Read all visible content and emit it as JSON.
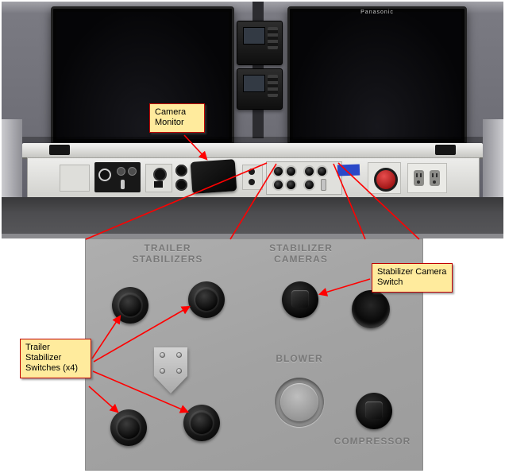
{
  "photo": {
    "monitor_brand": "Panasonic"
  },
  "callouts": {
    "camera_monitor": "Camera Monitor",
    "stabilizer_camera_switch": "Stabilizer Camera Switch",
    "trailer_stabilizer_switches": "Trailer Stabilizer Switches (x4)"
  },
  "panel": {
    "trailer_stabilizers": "TRAILER STABILIZERS",
    "stabilizer_cameras": "STABILIZER CAMERAS",
    "blower": "BLOWER",
    "compressor": "COMPRESSOR"
  },
  "colors": {
    "callout_bg": "#ffeb9d",
    "callout_border": "#c00000",
    "annotation_red": "#ff0000",
    "panel_gray": "#a2a2a2",
    "panel_text": "#787878",
    "estop_red": "#9c1212",
    "sticker_blue": "#2a48c8"
  }
}
